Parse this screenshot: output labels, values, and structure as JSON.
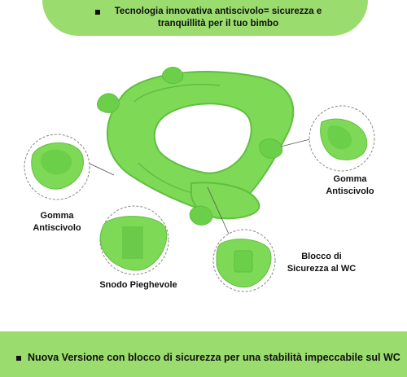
{
  "top_banner": {
    "line1": "Tecnologia innovativa antiscivolo= sicurezza e",
    "line2": "tranquillità per il tuo bimbo"
  },
  "labels": {
    "gomma_right_1": "Gomma",
    "gomma_right_2": "Antiscivolo",
    "gomma_left_1": "Gomma",
    "gomma_left_2": "Antiscivolo",
    "blocco_1": "Blocco di",
    "blocco_2": "Sicurezza al WC",
    "snodo": "Snodo Pieghevole"
  },
  "bottom_banner": {
    "text": "Nuova Versione con blocco di sicurezza per una stabilità impeccabile sul WC"
  },
  "colors": {
    "banner": "#9bdc6e",
    "seat": "#7ed957",
    "seat_dark": "#5fbf3f"
  }
}
